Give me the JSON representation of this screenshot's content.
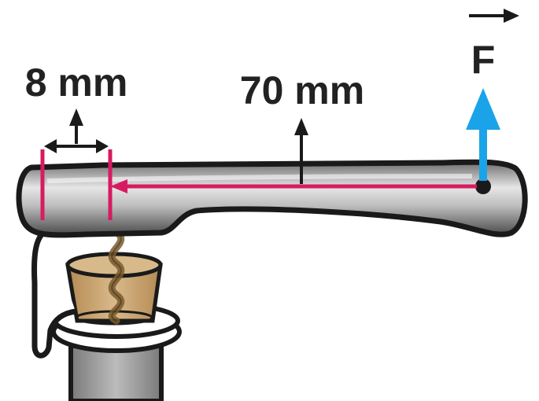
{
  "labels": {
    "short_length": "8 mm",
    "long_length": "70 mm",
    "force": "F"
  },
  "colors": {
    "dimension": "#d81b60",
    "force_arrow": "#1aa3e8",
    "outline": "#1a1a1a",
    "handle_light": "#d9d9d9",
    "handle_dark": "#5a5a5a",
    "cork": "#c8a46e",
    "screw": "#8a6a3c",
    "bottle": "#9a9a9a"
  }
}
